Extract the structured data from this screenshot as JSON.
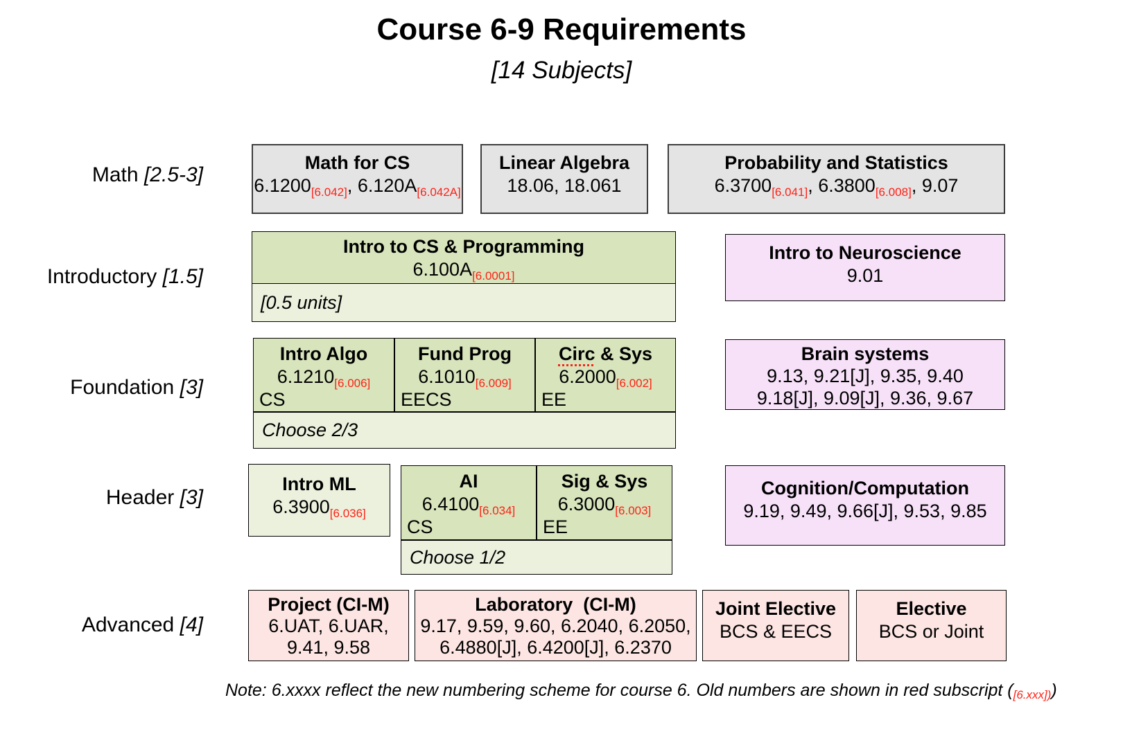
{
  "page": {
    "title": "Course 6-9 Requirements",
    "subtitle": "[14 Subjects]"
  },
  "rows": {
    "math": {
      "label": "Math",
      "count": "[2.5-3]",
      "math_for_cs": {
        "title": "Math for CS",
        "c1": "6.1200",
        "s1": "[6.042]",
        "sep1": ", ",
        "c2": "6.120A",
        "s2": "[6.042A]"
      },
      "linear_algebra": {
        "title": "Linear Algebra",
        "courses": "18.06, 18.061"
      },
      "prob_stats": {
        "title": "Probability and Statistics",
        "c1": "6.3700",
        "s1": "[6.041]",
        "sep1": ", ",
        "c2": "6.3800",
        "s2": "[6.008]",
        "tail": ", 9.07"
      }
    },
    "introductory": {
      "label": "Introductory",
      "count": "[1.5]",
      "intro_cs": {
        "title": "Intro to CS & Programming",
        "c1": "6.100A",
        "s1": "[6.0001]",
        "footnote": "[0.5 units]"
      },
      "neuro": {
        "title": "Intro to Neuroscience",
        "courses": "9.01"
      }
    },
    "foundation": {
      "label": "Foundation",
      "count": "[3]",
      "intro_algo": {
        "title": "Intro Algo",
        "c1": "6.1210",
        "s1": "[6.006]",
        "tag": "CS"
      },
      "fund_prog": {
        "title": "Fund Prog",
        "c1": "6.1010",
        "s1": "[6.009]",
        "tag": "EECS"
      },
      "circ_sys": {
        "title_underlined": "Circ",
        "title_rest": " & Sys",
        "c1": "6.2000",
        "s1": "[6.002]",
        "tag": "EE"
      },
      "choose": "Choose 2/3",
      "brain": {
        "title": "Brain systems",
        "line1": "9.13, 9.21[J], 9.35, 9.40",
        "line2": "9.18[J], 9.09[J], 9.36, 9.67"
      }
    },
    "header": {
      "label": "Header",
      "count": "[3]",
      "intro_ml": {
        "title": "Intro ML",
        "c1": "6.3900",
        "s1": "[6.036]"
      },
      "ai": {
        "title": "AI",
        "c1": "6.4100",
        "s1": "[6.034]",
        "tag": "CS"
      },
      "sig_sys": {
        "title": "Sig & Sys",
        "c1": "6.3000",
        "s1": "[6.003]",
        "tag": "EE"
      },
      "choose": "Choose 1/2",
      "cognition": {
        "title": "Cognition/Computation",
        "line1": "9.19, 9.49, 9.66[J], 9.53, 9.85"
      }
    },
    "advanced": {
      "label": "Advanced",
      "count": "[4]",
      "project": {
        "title": "Project (CI-M)",
        "line1": "6.UAT, 6.UAR,",
        "line2": "9.41, 9.58"
      },
      "laboratory": {
        "title": "Laboratory  (CI-M)",
        "line1": "9.17, 9.59, 9.60, 6.2040, 6.2050,",
        "line2": "6.4880[J], 6.4200[J], 6.2370"
      },
      "joint_elective": {
        "title": "Joint Elective",
        "line1": "BCS & EECS"
      },
      "elective": {
        "title": "Elective",
        "line1": "BCS or Joint"
      }
    }
  },
  "note": {
    "prefix": "Note: 6.xxxx reflect the new numbering scheme for course 6. Old numbers are shown in red subscript (",
    "sub": "[6.xxx])",
    "suffix": ")"
  },
  "colors": {
    "box_gray": "#e4e4e4",
    "box_green": "#d7e4bc",
    "box_green_light": "#ebf1dd",
    "box_pink": "#f7e1f9",
    "box_salmon": "#fce5e2",
    "old_number_red": "#ff2116",
    "border_dark": "#3d3d3d",
    "border_black": "#000000"
  }
}
